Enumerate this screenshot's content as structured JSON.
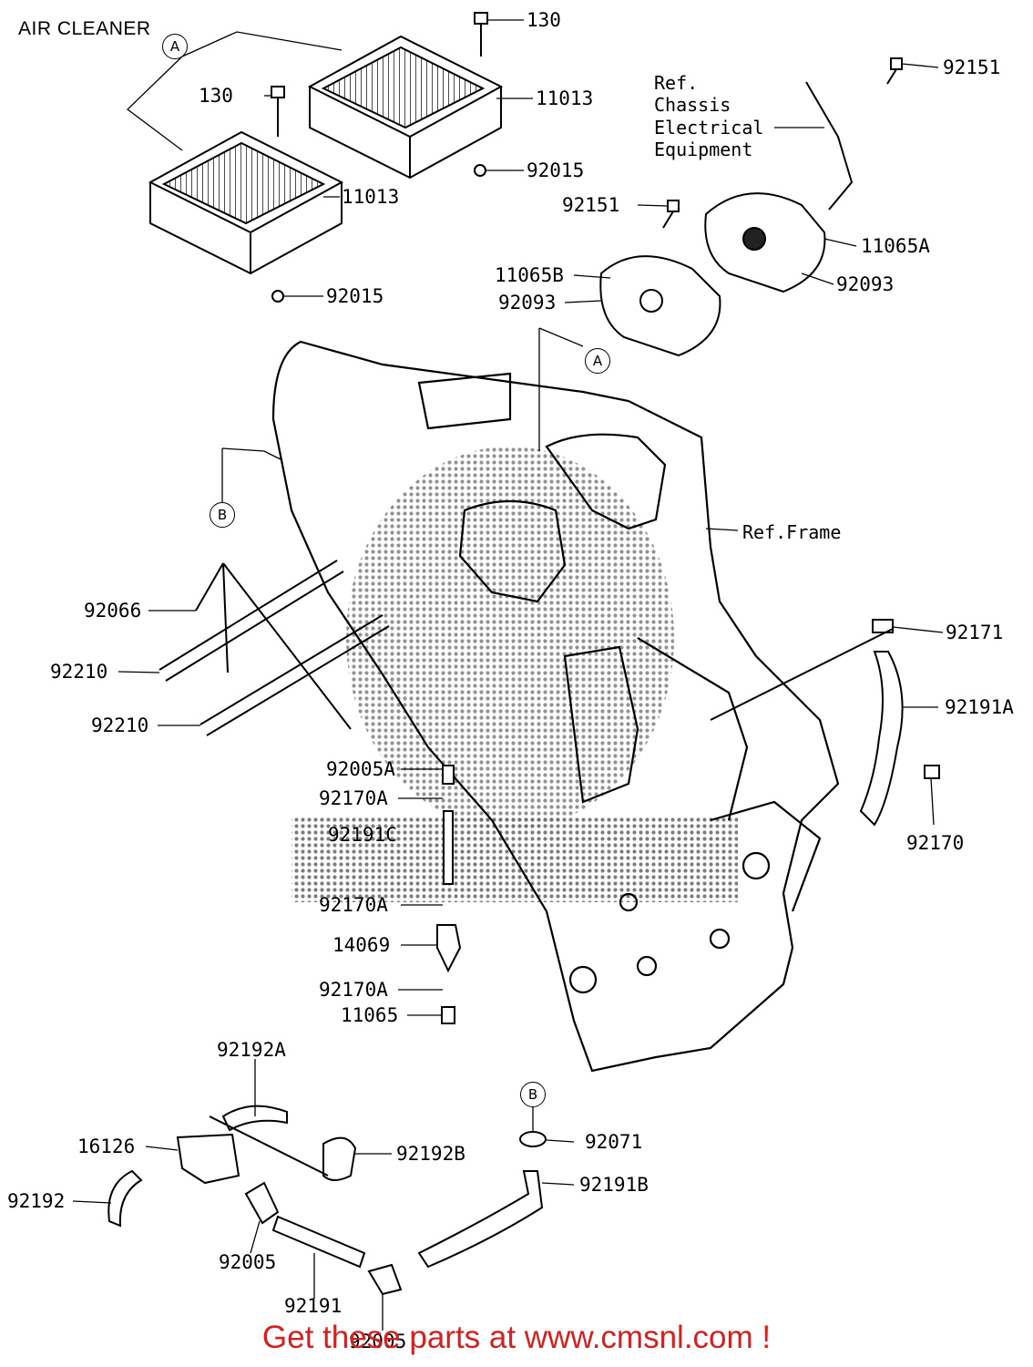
{
  "title": "AIR CLEANER",
  "references": {
    "chassis": "Ref.\nChassis\nElectrical\nEquipment",
    "frame": "Ref.Frame"
  },
  "circle_markers": {
    "a1": "A",
    "a2": "A",
    "b1": "B",
    "b2": "B"
  },
  "part_labels": {
    "p130_top": "130",
    "p130_left": "130",
    "p11013_right": "11013",
    "p11013_left": "11013",
    "p92015_right": "92015",
    "p92015_left": "92015",
    "p92151_top": "92151",
    "p92151_mid": "92151",
    "p11065A": "11065A",
    "p92093_right": "92093",
    "p11065B": "11065B",
    "p92093_left": "92093",
    "p92066": "92066",
    "p92210_a": "92210",
    "p92210_b": "92210",
    "p92171": "92171",
    "p92191A": "92191A",
    "p92170": "92170",
    "p92005A": "92005A",
    "p92170A_1": "92170A",
    "p92191C": "92191C",
    "p92170A_2": "92170A",
    "p14069": "14069",
    "p92170A_3": "92170A",
    "p11065": "11065",
    "p92192A": "92192A",
    "p16126": "16126",
    "p92192B": "92192B",
    "p92192": "92192",
    "p92005": "92005",
    "p92191": "92191",
    "p92005_bottom": "92005",
    "p92071": "92071",
    "p92191B": "92191B"
  },
  "footer": "Get these parts at www.cmsnl.com !",
  "colors": {
    "footer": "#d42020",
    "lines": "#000000",
    "dots": "#6d6d6d"
  }
}
